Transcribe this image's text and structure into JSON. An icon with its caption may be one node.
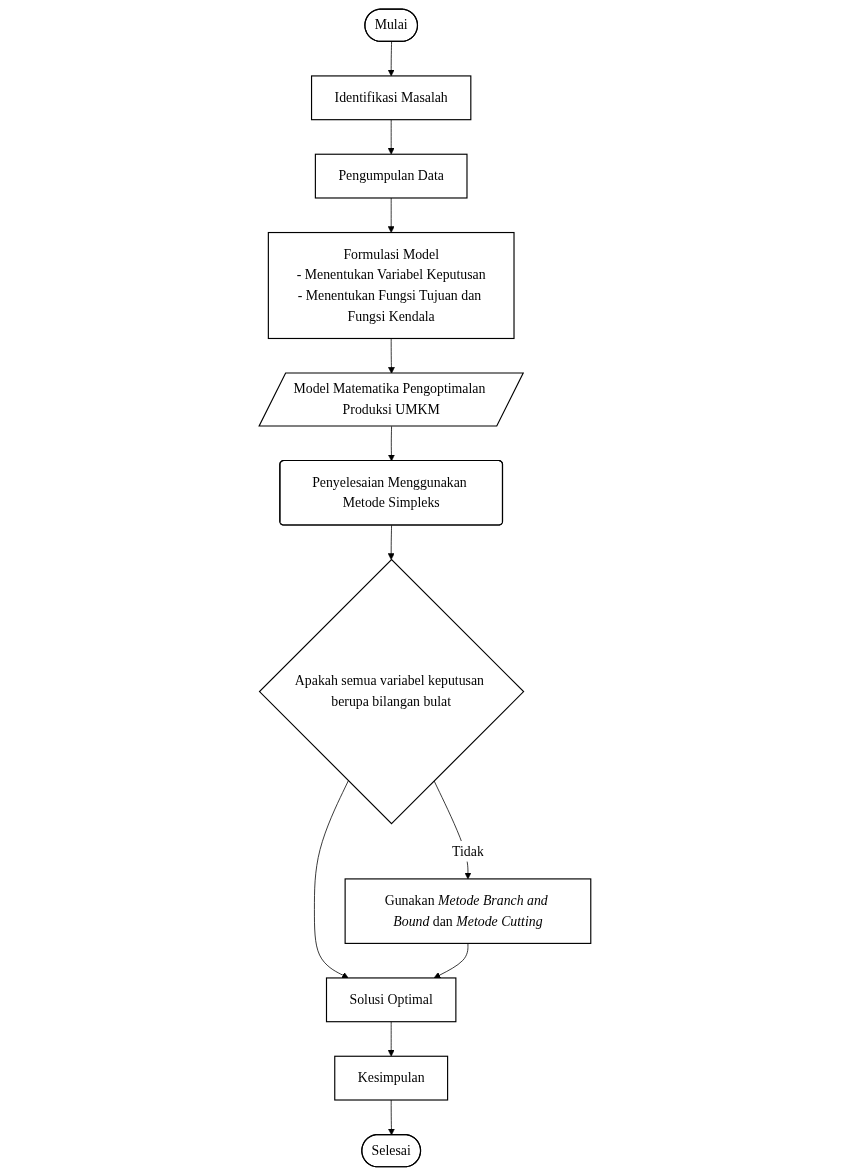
{
  "diagram": {
    "nodes": [
      {
        "text": [
          "Mulai"
        ]
      },
      {
        "text": [
          "Identifikasi Masalah"
        ]
      },
      {
        "text": [
          "Pengumpulan Data"
        ]
      },
      {
        "text": [
          "Formulasi Model",
          "- Menentukan Variabel Keputusan",
          "- Menentukan Fungsi Tujuan dan Fungsi Kendala"
        ]
      },
      {
        "text": [
          "Model Matematika Pengoptimalan Produksi UMKM"
        ]
      },
      {
        "text": [
          "Penyelesaian Menggunakan Metode Simpleks"
        ]
      },
      {
        "text": [
          "Apakah semua variabel keputusan berupa bilangan bulat"
        ]
      },
      {
        "text": [
          "Gunakan *Metode Branch and Bound* dan *Metode Cutting*"
        ]
      },
      {
        "text": [
          "Solusi Optimal"
        ]
      },
      {
        "text": [
          "Kesimpulan"
        ]
      },
      {
        "text": [
          "Selesai"
        ]
      }
    ],
    "edges": [
      {
        "from": 0,
        "to": 1,
        "arrow": "to"
      },
      {
        "from": 1,
        "to": 2,
        "arrow": "to"
      },
      {
        "from": 2,
        "to": 3,
        "arrow": "to"
      },
      {
        "from": 3,
        "to": 4,
        "arrow": "to"
      },
      {
        "from": 4,
        "to": 5,
        "arrow": "to"
      },
      {
        "from": 5,
        "to": 6,
        "arrow": "to"
      },
      {
        "from": 6,
        "to": 7,
        "label": "Tidak",
        "arrow": "to"
      },
      {
        "from": 6,
        "to": 8,
        "arrow": "to"
      },
      {
        "from": 7,
        "to": 8,
        "arrow": "to"
      },
      {
        "from": 8,
        "to": 9,
        "arrow": "to"
      },
      {
        "from": 9,
        "to": 10,
        "arrow": "to"
      }
    ]
  }
}
